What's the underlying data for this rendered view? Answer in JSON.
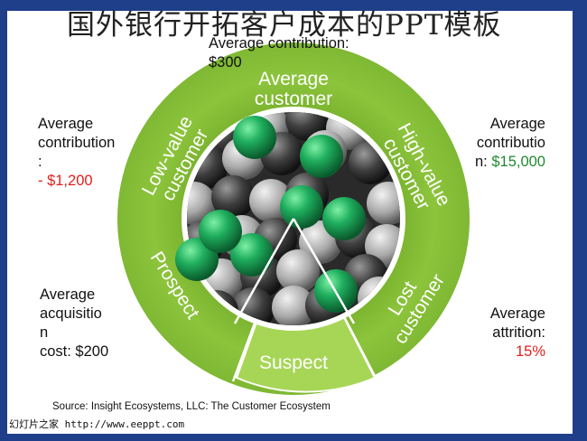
{
  "title": "国外银行开拓客户成本的PPT模板",
  "segments": {
    "average": "Average customer",
    "low_value": "Low-value customer",
    "high_value": "High-value customer",
    "prospect": "Prospect",
    "lost": "Lost customer",
    "suspect": "Suspect"
  },
  "labels": {
    "top": {
      "line1": "Average contribution:",
      "line2": "$300"
    },
    "left_top": {
      "line1": "Average",
      "line2": "contribution",
      "line3": ":",
      "value": "- $1,200"
    },
    "right_top": {
      "line1": "Average",
      "line2": "contributio",
      "line3_prefix": "n: ",
      "value": "$15,000"
    },
    "left_bottom": {
      "line1": "Average",
      "line2": "acquisitio",
      "line3": "n",
      "line4": "cost: $200"
    },
    "right_bottom": {
      "line1": "Average",
      "line2": "attrition:",
      "value": "15%"
    }
  },
  "source": "Source: Insight Ecosystems, LLC: The Customer Ecosystem",
  "footer": "幻灯片之家 http://www.eeppt.com",
  "colors": {
    "frame": "#1f3f8a",
    "ring": "#8cc43c",
    "ring_dark": "#6fa52a",
    "suspect": "#a7d657",
    "green_ball": "#1aa058",
    "negative": "#e0201c",
    "positive": "#1f8a2f"
  }
}
